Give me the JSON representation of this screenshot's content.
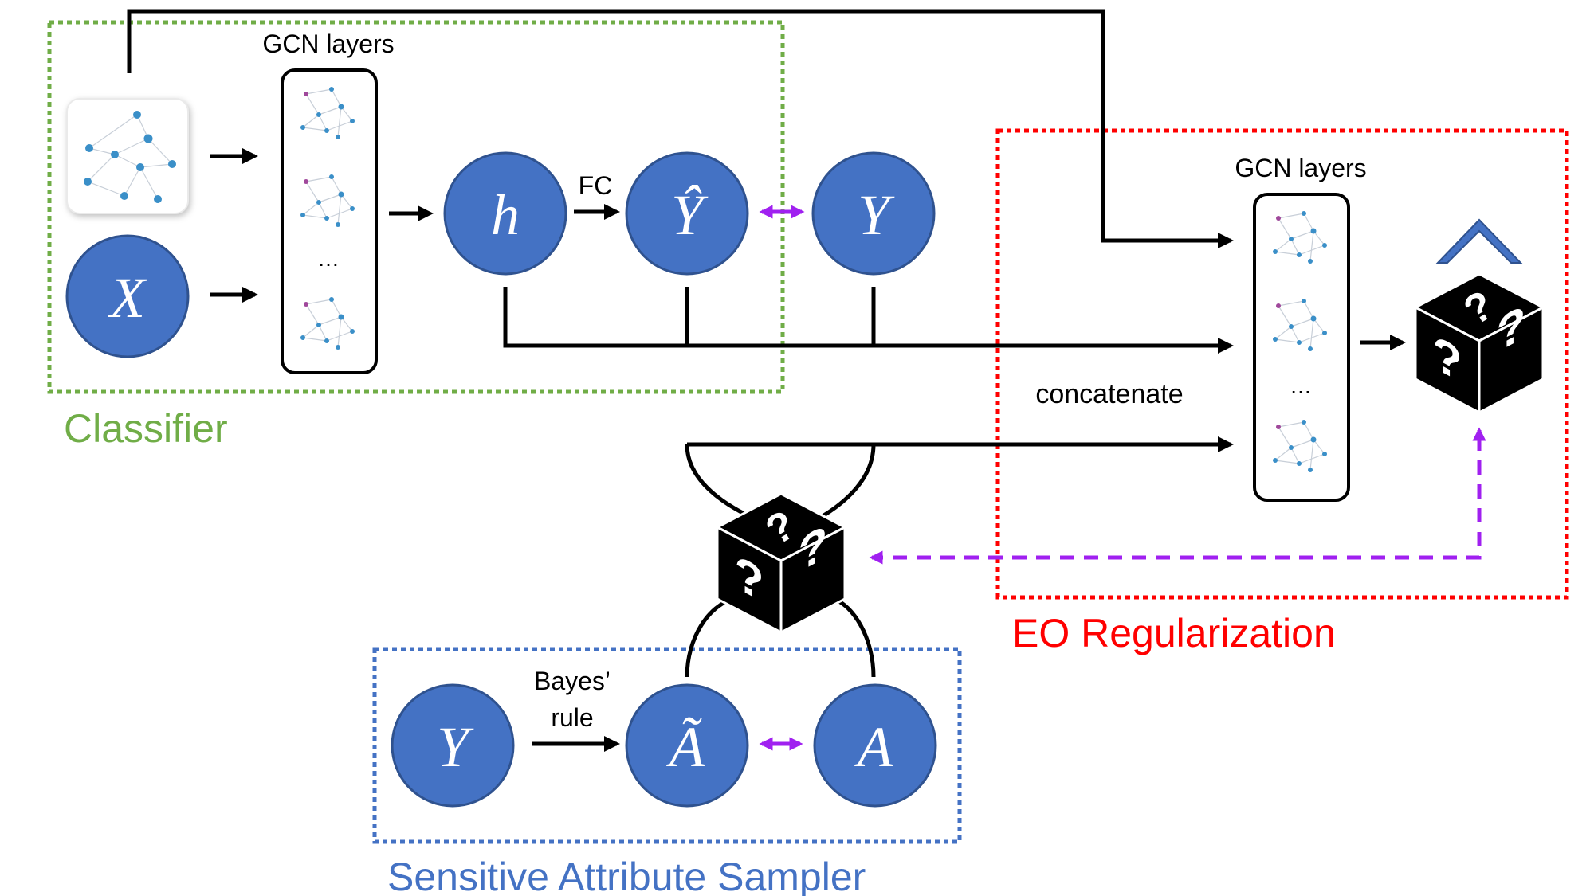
{
  "sections": {
    "classifier": "Classifier",
    "eo_regularization": "EO Regularization",
    "sampler": "Sensitive Attribute Sampler"
  },
  "labels": {
    "gcn_layers_left": "GCN layers",
    "gcn_layers_right": "GCN layers",
    "fc": "FC",
    "concatenate": "concatenate",
    "bayes_line1": "Bayes’",
    "bayes_line2": "rule",
    "ellipsis": "…"
  },
  "nodes": {
    "x": "X",
    "h": "h",
    "y_hat": "Ŷ",
    "y": "Y",
    "y_sampler": "Y",
    "a_tilde": "Ã",
    "a": "A"
  },
  "icons": [
    "graph-icon",
    "dice-icon",
    "hat-icon"
  ],
  "colors": {
    "classifier": "#70AD47",
    "eo": "#FF0000",
    "sampler": "#4472C4",
    "node_fill": "#4472C4",
    "purple_arrow": "#A020F0"
  }
}
